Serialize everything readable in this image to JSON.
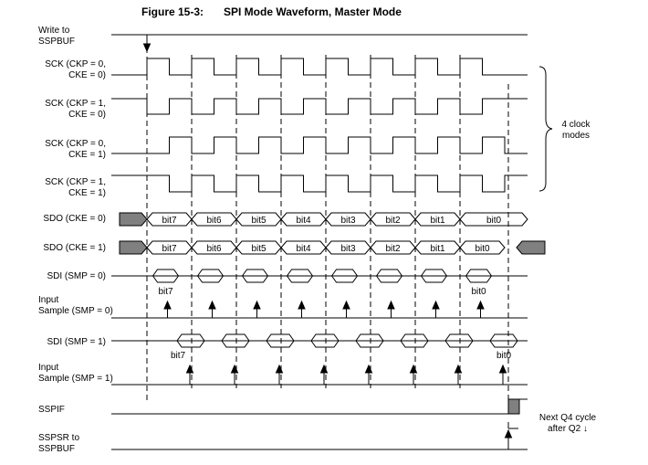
{
  "figure": {
    "number": "Figure 15-3:",
    "title": "SPI Mode Waveform, Master Mode"
  },
  "signals": {
    "write_line1": "Write to",
    "write_line2": "SSPBUF",
    "sck1_line1": "SCK (CKP = 0,",
    "sck1_line2": "CKE = 0)",
    "sck2_line1": "SCK (CKP = 1,",
    "sck2_line2": "CKE = 0)",
    "sck3_line1": "SCK (CKP = 0,",
    "sck3_line2": "CKE = 1)",
    "sck4_line1": "SCK (CKP = 1,",
    "sck4_line2": "CKE = 1)",
    "sdo1": "SDO (CKE = 0)",
    "sdo2": "SDO (CKE = 1)",
    "sdi1": "SDI (SMP = 0)",
    "input1_line1": "Input",
    "input1_line2": "Sample (SMP = 0)",
    "sdi2": "SDI (SMP = 1)",
    "input2_line1": "Input",
    "input2_line2": "Sample (SMP = 1)",
    "sspif": "SSPIF",
    "sspsr_line1": "SSPSR to",
    "sspsr_line2": "SSPBUF"
  },
  "annotations": {
    "clock_modes_line1": "4 clock",
    "clock_modes_line2": "modes",
    "next_q4_line1": "Next Q4 cycle",
    "next_q4_line2": "after Q2 ↓"
  },
  "bits": [
    "bit7",
    "bit6",
    "bit5",
    "bit4",
    "bit3",
    "bit2",
    "bit1",
    "bit0"
  ],
  "sdi_labels": {
    "first": "bit7",
    "last": "bit0"
  },
  "colors": {
    "line": "#000000",
    "fill": "#808080"
  }
}
